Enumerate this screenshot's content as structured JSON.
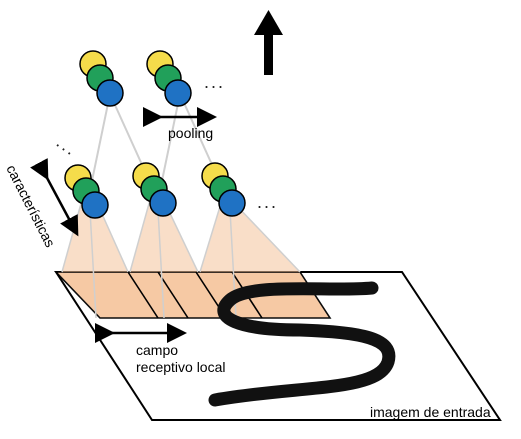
{
  "labels": {
    "pooling": "pooling",
    "features": "características",
    "receptive_field_line1": "campo",
    "receptive_field_line2": "receptivo local",
    "input_image": "imagem de entrada",
    "ellipsis": "..."
  },
  "colors": {
    "yellow": "#f5dc4b",
    "green": "#21a05a",
    "blue": "#1f72c4",
    "receptive_fill": "#f6c7a0",
    "receptive_stroke": "#e8a374",
    "connection": "#c8c8c8",
    "stroke": "#000000"
  },
  "icons": {
    "up_arrow": "up-arrow-icon",
    "pooling_arrow": "double-headed-arrow-icon",
    "features_arrow": "double-headed-arrow-icon",
    "receptive_arrow": "double-headed-arrow-icon"
  }
}
